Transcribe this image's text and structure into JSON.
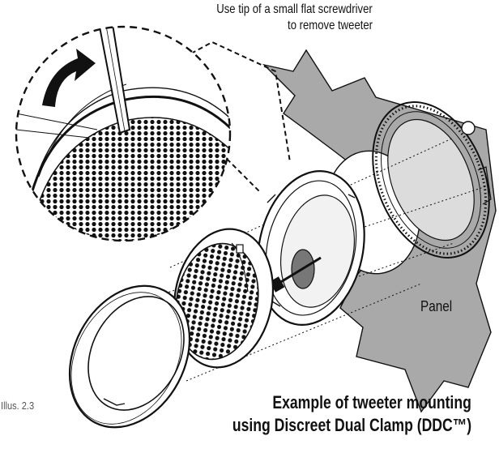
{
  "figure": {
    "callout_lines": [
      "Use tip of a small flat screwdriver",
      "to remove tweeter"
    ],
    "panel_label": "Panel",
    "figure_number": "Illus. 2.3",
    "caption_lines": [
      "Example of tweeter mounting",
      "using Discreet Dual Clamp (DDC™)"
    ]
  },
  "parts": [
    "screwdriver-detail-inset",
    "trim-ring",
    "tweeter-grille",
    "dual-clamp-cup",
    "mounting-panel",
    "panel-cutout-flange"
  ],
  "colors": {
    "panel": "#a9a9a9",
    "ink": "#111111",
    "paper": "#ffffff"
  }
}
